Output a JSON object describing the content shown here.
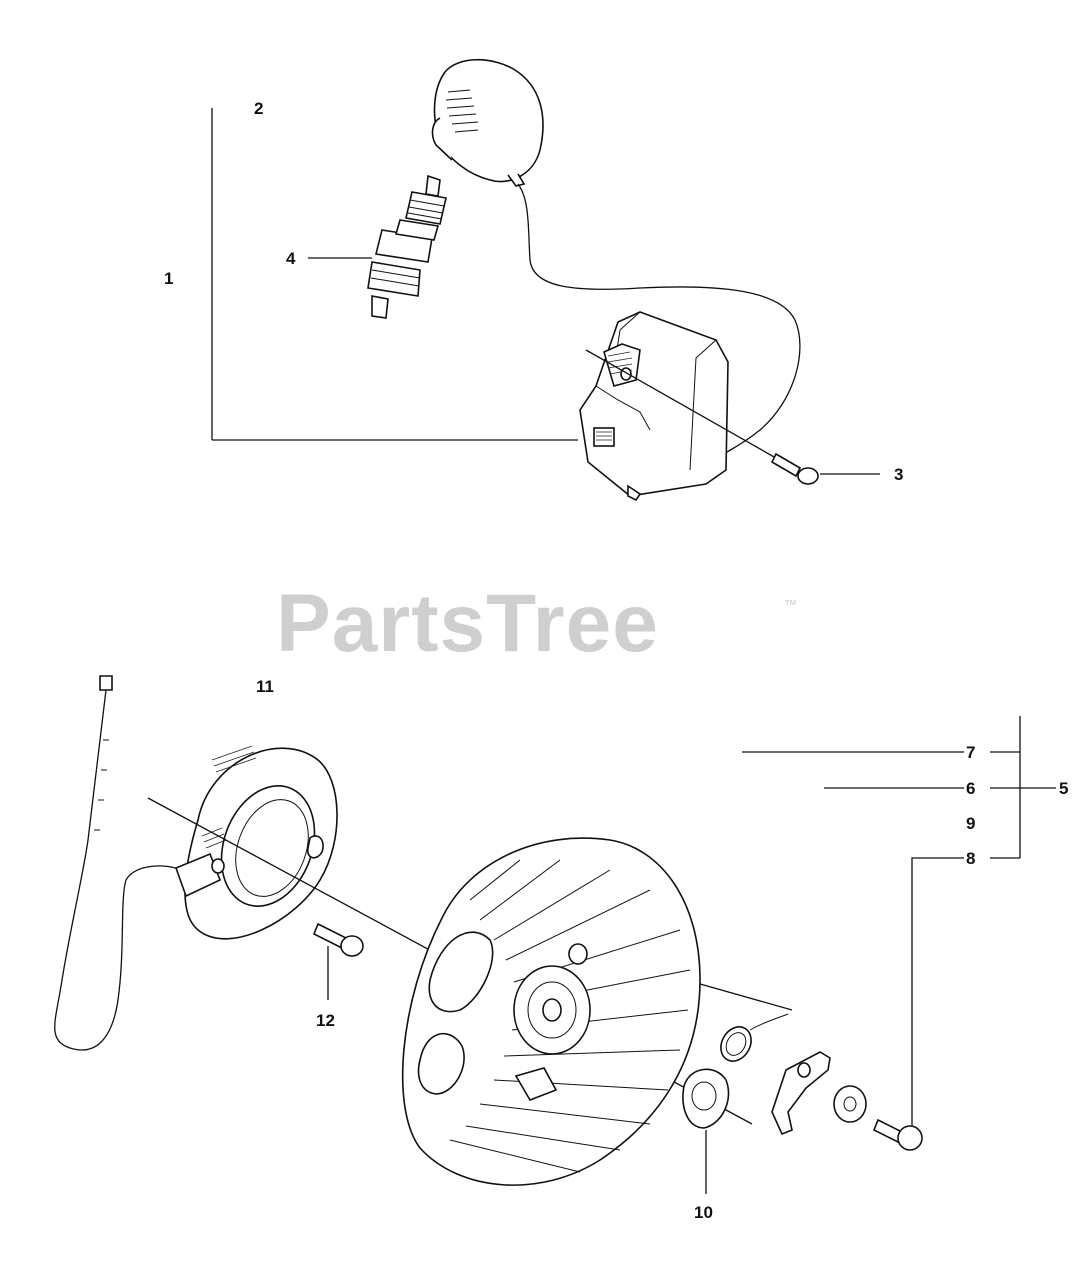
{
  "watermark": {
    "text": "PartsTree",
    "trademark": "™",
    "color": "#cfcfcf"
  },
  "callouts": {
    "c1": "1",
    "c2": "2",
    "c3": "3",
    "c4": "4",
    "c5": "5",
    "c6": "6",
    "c7": "7",
    "c8": "8",
    "c9": "9",
    "c10": "10",
    "c11": "11",
    "c12": "12"
  }
}
